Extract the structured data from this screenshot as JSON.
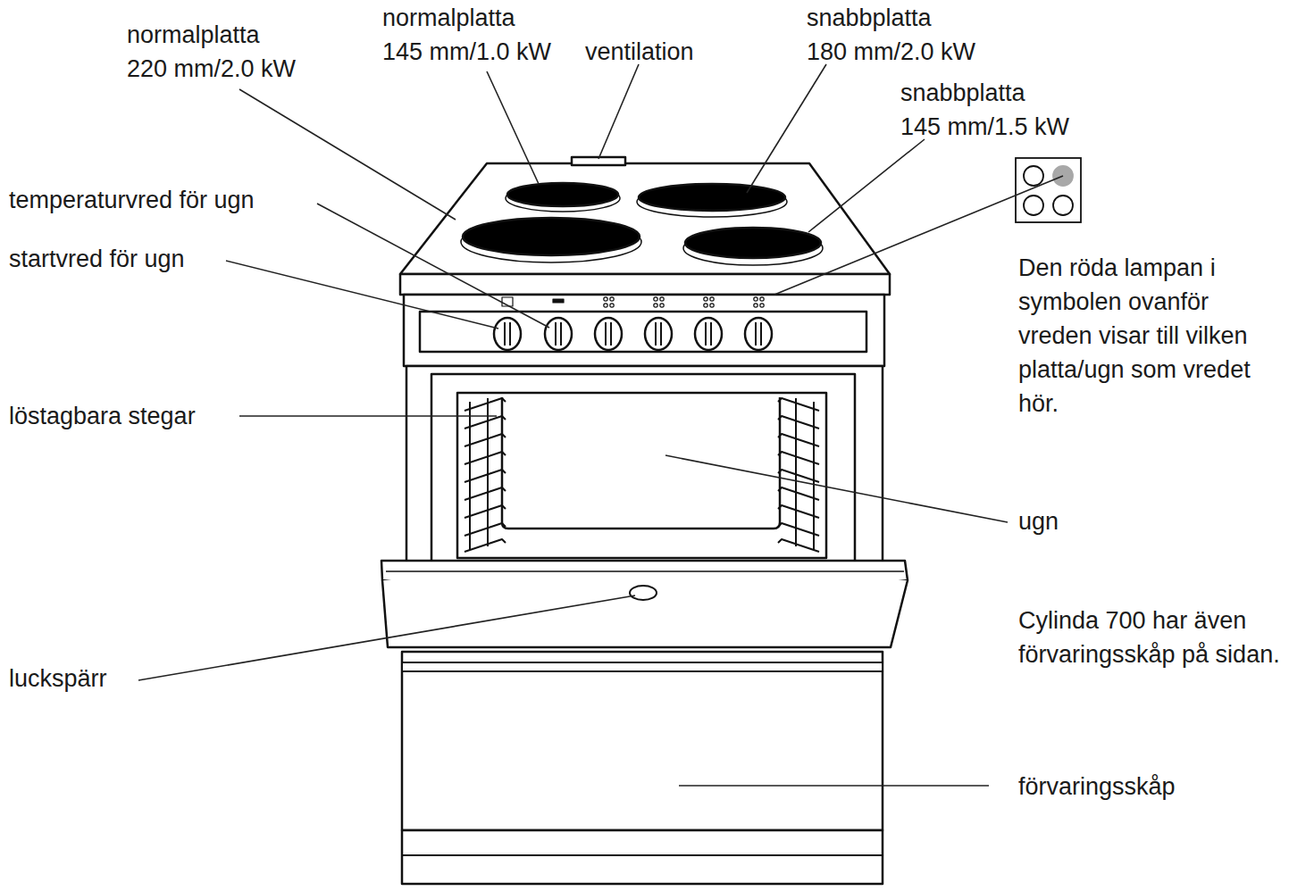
{
  "diagram": {
    "labels": [
      "normalplatta 220 mm/2.0 kW",
      "normalplatta 145 mm/1.0 kW",
      "ventilation",
      "snabbplatta 180 mm/2.0 kW",
      "snabbplatta 145 mm/1.5 kW",
      "temperaturvred för ugn",
      "startvred för ugn",
      "Den röda lampan i symbolen ovanför vreden visar till vilken platta/ugn som vredet hör.",
      "löstagbara stegar",
      "ugn",
      "Cylinda 700 har även förvaringsskåp på sidan.",
      "luckspärr",
      "förvaringsskåp"
    ]
  }
}
